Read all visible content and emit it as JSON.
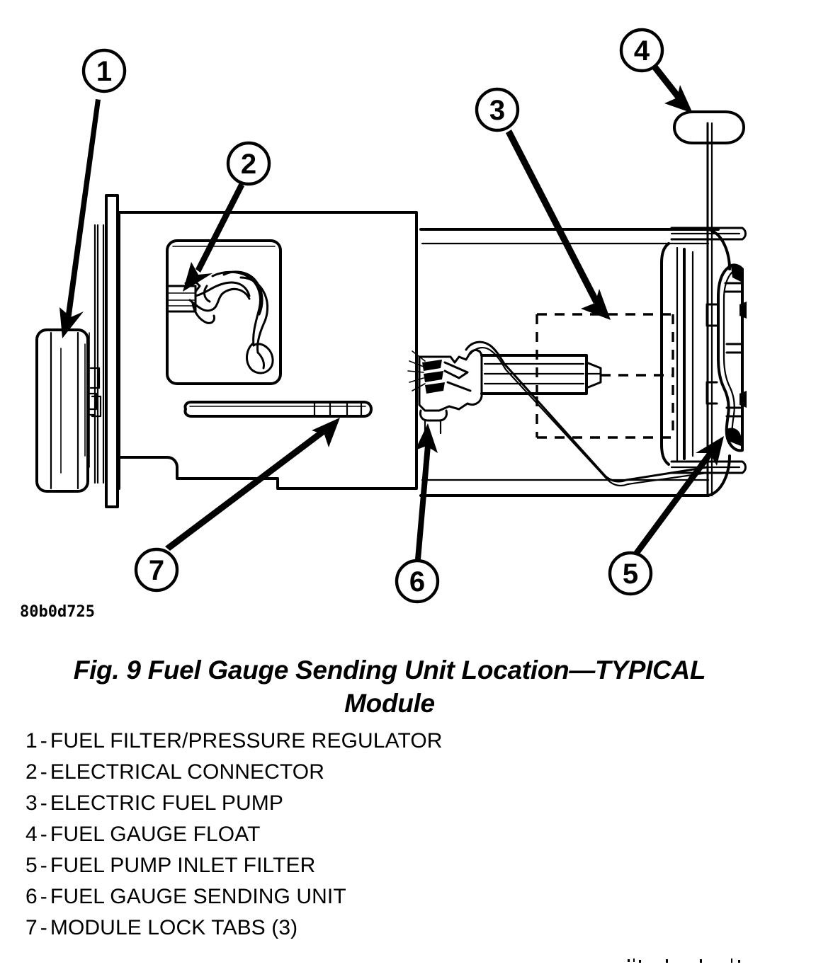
{
  "figure": {
    "code": "80b0d725",
    "caption_line1": "Fig. 9 Fuel Gauge Sending Unit Location—TYPICAL",
    "caption_line2": "Module"
  },
  "callouts": [
    {
      "id": "1",
      "number": "1",
      "name": "callout-1"
    },
    {
      "id": "2",
      "number": "2",
      "name": "callout-2"
    },
    {
      "id": "3",
      "number": "3",
      "name": "callout-3"
    },
    {
      "id": "4",
      "number": "4",
      "name": "callout-4"
    },
    {
      "id": "5",
      "number": "5",
      "name": "callout-5"
    },
    {
      "id": "6",
      "number": "6",
      "name": "callout-6"
    },
    {
      "id": "7",
      "number": "7",
      "name": "callout-7"
    }
  ],
  "legend": {
    "separator": "-",
    "items": [
      {
        "number": "1",
        "label": "FUEL FILTER/PRESSURE REGULATOR"
      },
      {
        "number": "2",
        "label": "ELECTRICAL CONNECTOR"
      },
      {
        "number": "3",
        "label": "ELECTRIC FUEL PUMP"
      },
      {
        "number": "4",
        "label": "FUEL GAUGE FLOAT"
      },
      {
        "number": "5",
        "label": "FUEL PUMP INLET FILTER"
      },
      {
        "number": "6",
        "label": "FUEL GAUGE SENDING UNIT"
      },
      {
        "number": "7",
        "label": "MODULE LOCK TABS (3)"
      }
    ]
  },
  "colors": {
    "ink": "#000000",
    "paper": "#ffffff"
  }
}
